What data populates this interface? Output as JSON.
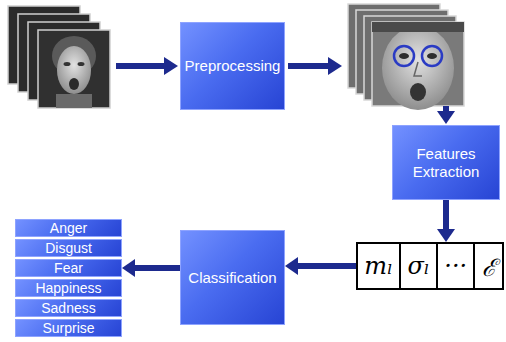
{
  "diagram": {
    "nodes": [
      {
        "text": [
          "Preprocessing"
        ]
      },
      {
        "text": [
          "Features Extraction"
        ]
      },
      {
        "text": [
          "mₗ",
          "σₗ",
          "···",
          "ℰ"
        ]
      },
      {
        "text": [
          "Classification"
        ]
      },
      {
        "text": [
          "Anger"
        ]
      },
      {
        "text": [
          "Disgust"
        ]
      },
      {
        "text": [
          "Fear"
        ]
      },
      {
        "text": [
          "Happiness"
        ]
      },
      {
        "text": [
          "Sadness"
        ]
      },
      {
        "text": [
          "Surprise"
        ]
      }
    ],
    "edges": [
      {
        "from": 1,
        "to": 2,
        "arrow": "to"
      },
      {
        "from": 2,
        "to": 3,
        "arrow": "to"
      },
      {
        "from": 3,
        "to": 6,
        "arrow": "to"
      }
    ]
  }
}
